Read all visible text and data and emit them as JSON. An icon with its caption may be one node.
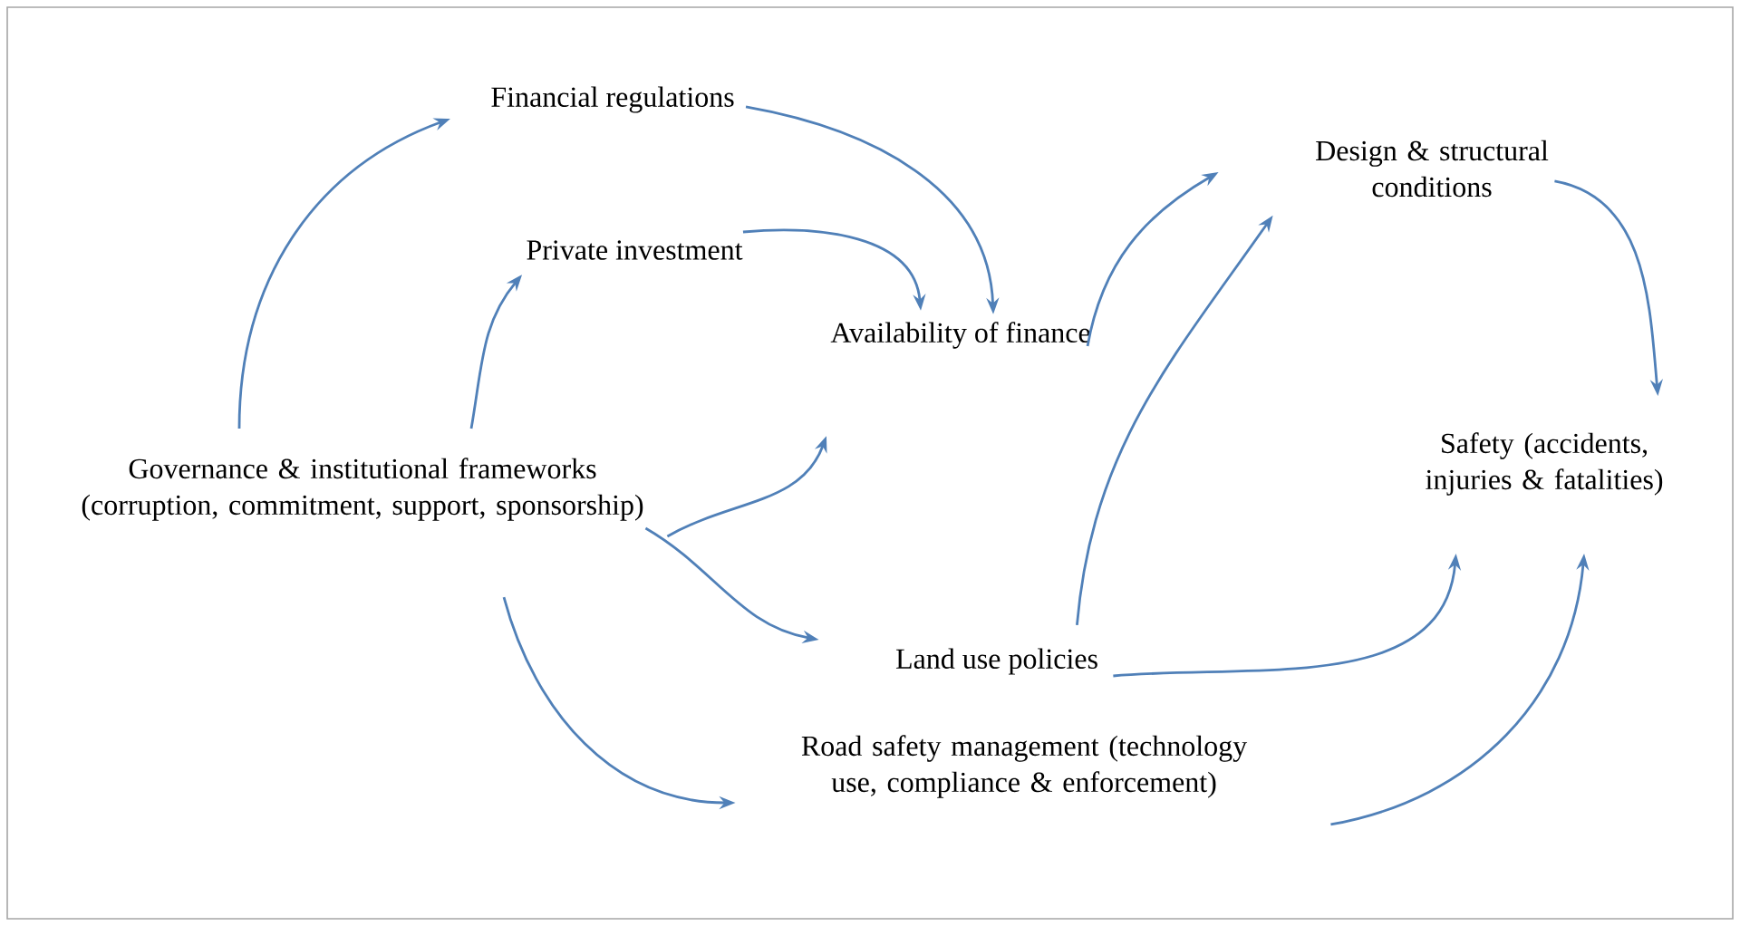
{
  "diagram": {
    "nodes": [
      {
        "text": [
          "Financial regulations"
        ]
      },
      {
        "text": [
          "Private investment"
        ]
      },
      {
        "text": [
          "Availability of finance"
        ]
      },
      {
        "text": [
          "Design & structural conditions"
        ]
      },
      {
        "text": [
          "Governance & institutional frameworks (corruption, commitment, support, sponsorship)"
        ]
      },
      {
        "text": [
          "Safety (accidents, injuries & fatalities)"
        ]
      },
      {
        "text": [
          "Land use policies"
        ]
      },
      {
        "text": [
          "Road safety management (technology use, compliance & enforcement)"
        ]
      }
    ],
    "edges": [
      {
        "from": 4,
        "to": 0,
        "arrow": "to"
      },
      {
        "from": 4,
        "to": 1,
        "arrow": "to"
      },
      {
        "from": 1,
        "to": 2,
        "arrow": "to"
      },
      {
        "from": 0,
        "to": 2,
        "arrow": "to"
      },
      {
        "from": 4,
        "to": 2,
        "arrow": "to"
      },
      {
        "from": 4,
        "to": 6,
        "arrow": "to"
      },
      {
        "from": 4,
        "to": 7,
        "arrow": "to"
      },
      {
        "from": 2,
        "to": 3,
        "arrow": "to"
      },
      {
        "from": 6,
        "to": 3,
        "arrow": "to"
      },
      {
        "from": 3,
        "to": 5,
        "arrow": "to"
      },
      {
        "from": 6,
        "to": 5,
        "arrow": "to"
      },
      {
        "from": 7,
        "to": 5,
        "arrow": "to"
      }
    ]
  }
}
